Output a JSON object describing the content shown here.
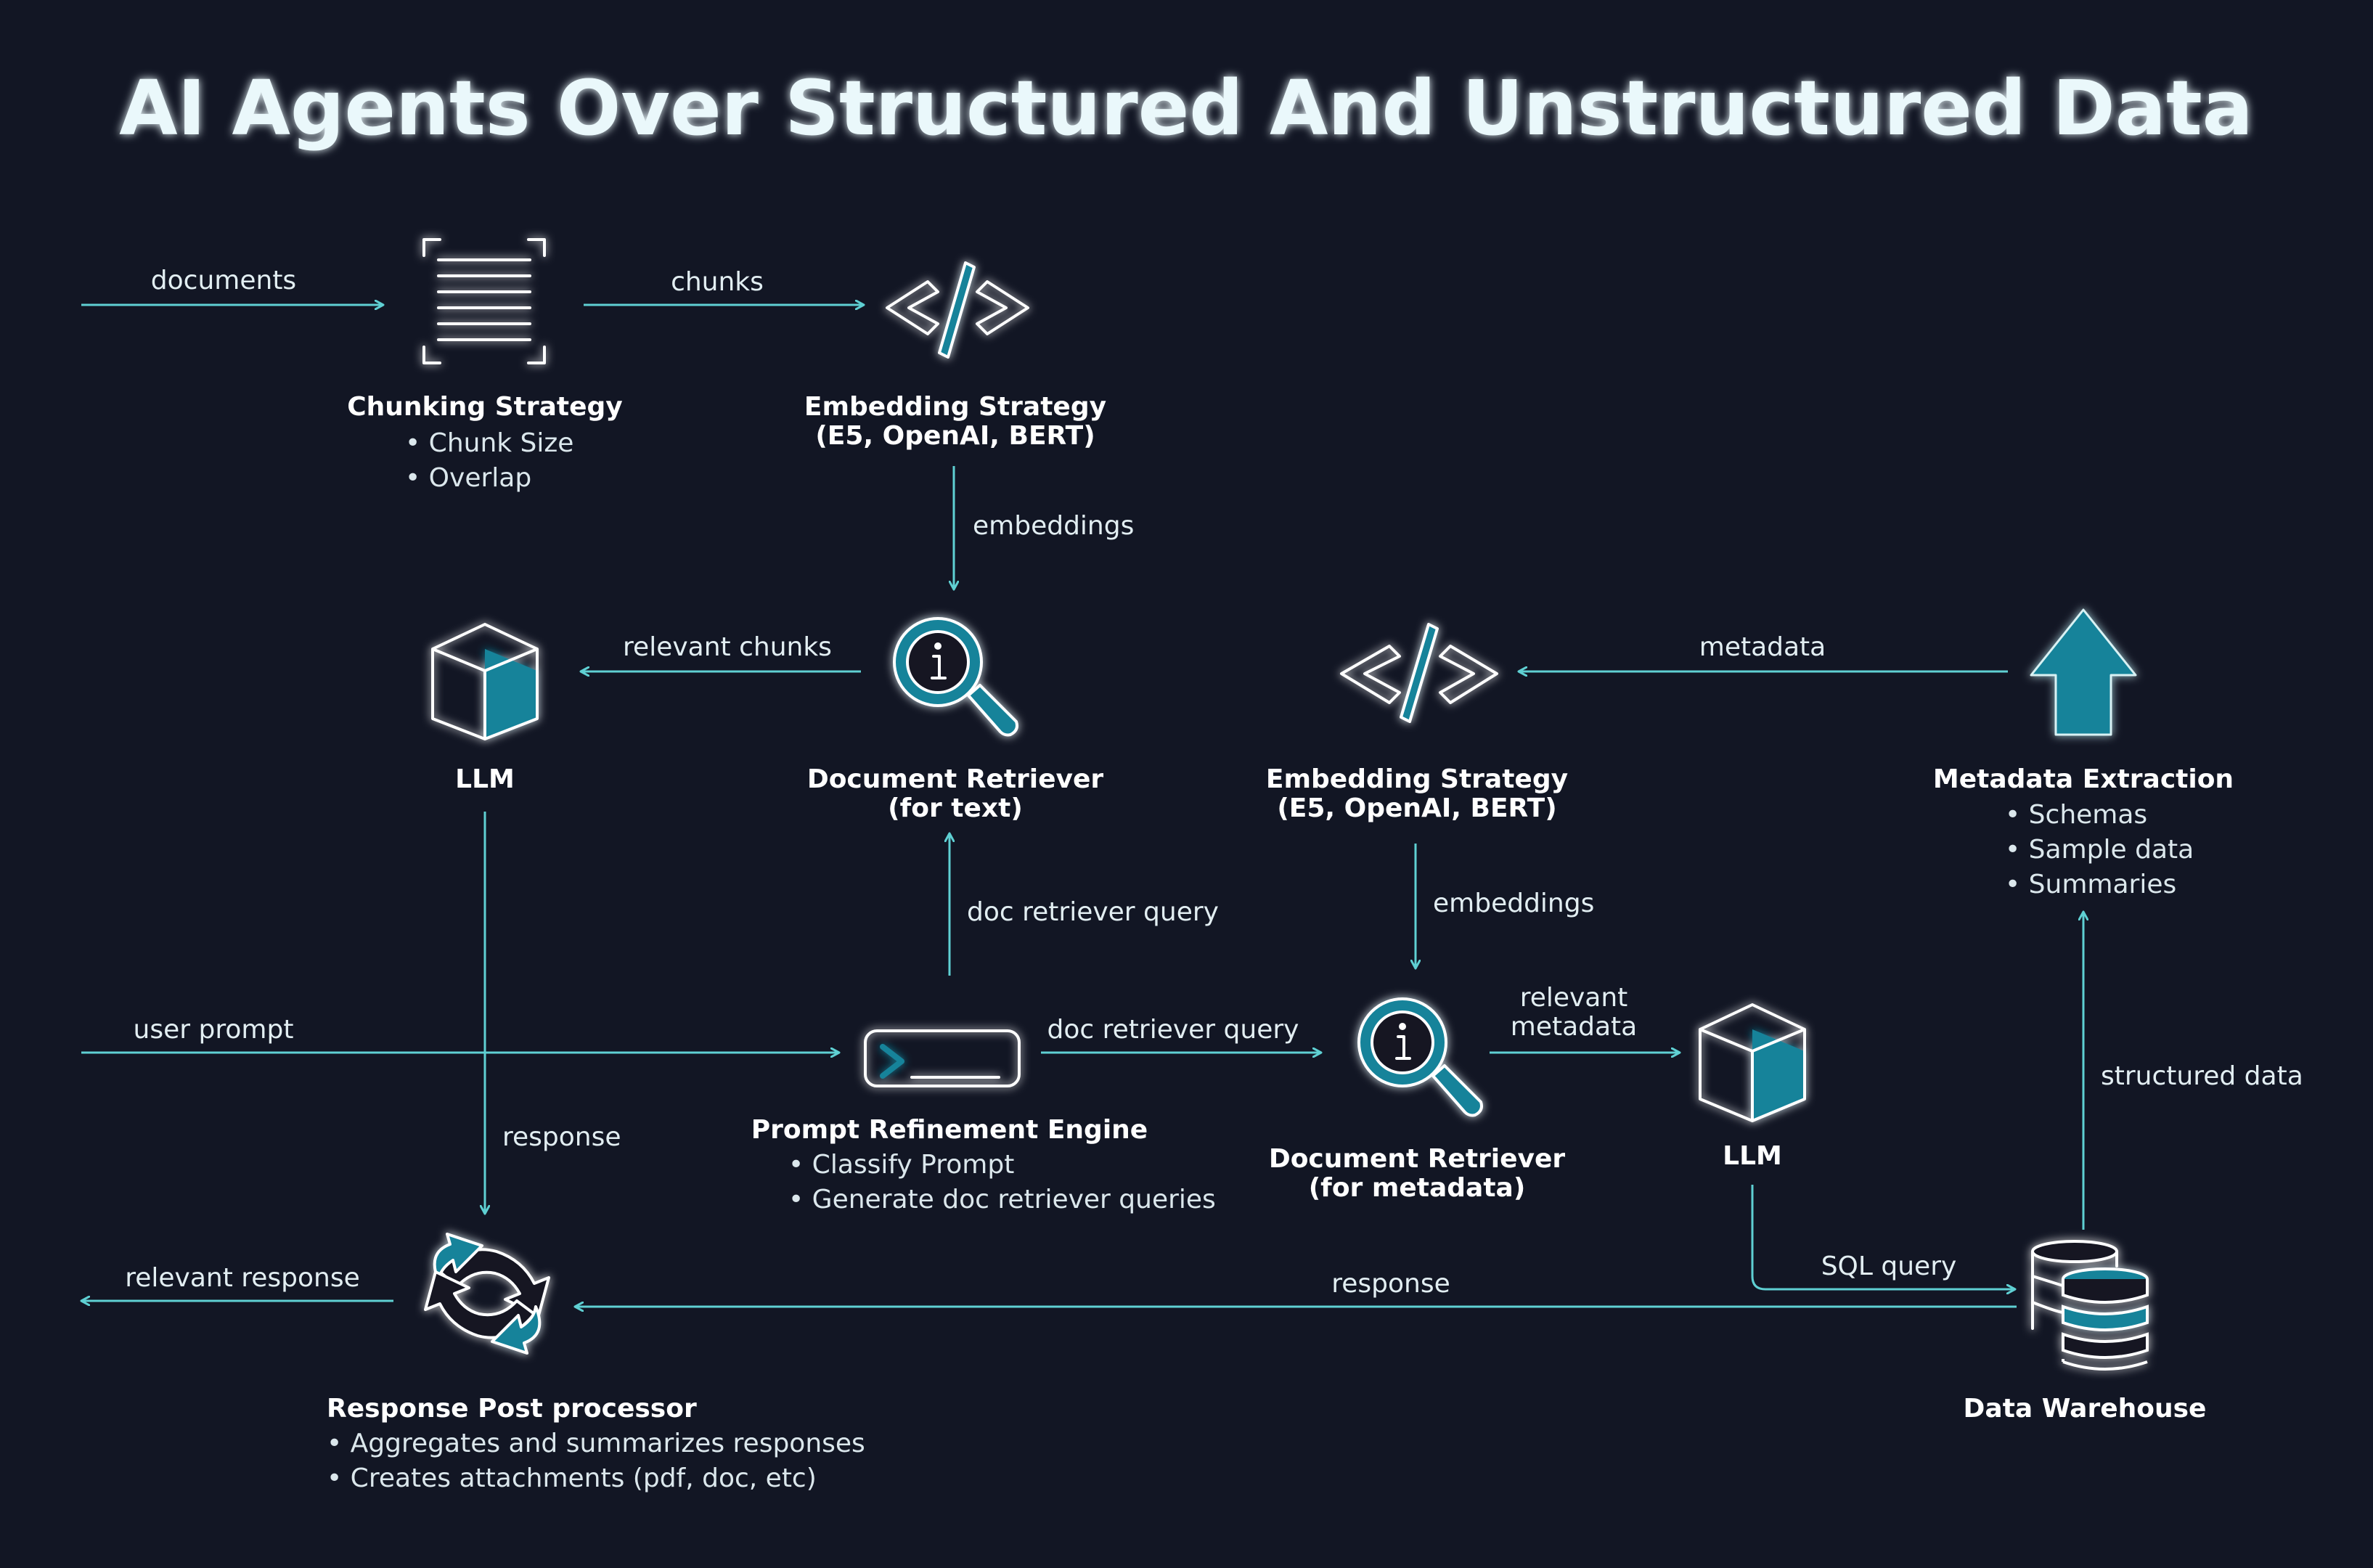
{
  "title": "AI Agents Over Structured And Unstructured Data",
  "colors": {
    "background": "#121624",
    "edge": "#5fd0d3",
    "accent": "#17839a",
    "text": "#ffffff"
  },
  "icons": {
    "chunking": "document-lines-icon",
    "embedding": "code-icon",
    "retriever": "magnifier-info-icon",
    "llm": "cube-icon",
    "metadata": "up-arrow-icon",
    "prompt": "terminal-icon",
    "postprocessor": "refresh-icon",
    "warehouse": "database-icon"
  },
  "nodes": {
    "chunking": {
      "title": "Chunking Strategy",
      "items": [
        "• Chunk Size",
        "• Overlap"
      ]
    },
    "embedding_top": {
      "title": "Embedding Strategy",
      "subtitle": "(E5, OpenAI, BERT)"
    },
    "retriever_text": {
      "title": "Document Retriever",
      "subtitle": "(for text)"
    },
    "llm_left": {
      "title": "LLM"
    },
    "embedding_mid": {
      "title": "Embedding Strategy",
      "subtitle": "(E5, OpenAI, BERT)"
    },
    "metadata_extraction": {
      "title": "Metadata Extraction",
      "items": [
        "• Schemas",
        "• Sample data",
        "• Summaries"
      ]
    },
    "prompt_engine": {
      "title": "Prompt Refinement Engine",
      "items": [
        "• Classify Prompt",
        "• Generate doc retriever queries"
      ]
    },
    "retriever_meta": {
      "title": "Document Retriever",
      "subtitle": "(for metadata)"
    },
    "llm_right": {
      "title": "LLM"
    },
    "post_processor": {
      "title": "Response Post processor",
      "items": [
        "• Aggregates and summarizes responses",
        "• Creates attachments (pdf, doc, etc)"
      ]
    },
    "warehouse": {
      "title": "Data Warehouse"
    }
  },
  "edges": {
    "documents": "documents",
    "chunks": "chunks",
    "embeddings_top": "embeddings",
    "relevant_chunks": "relevant chunks",
    "metadata": "metadata",
    "embeddings_mid": "embeddings",
    "doc_query_up": "doc retriever query",
    "user_prompt": "user prompt",
    "doc_query_right": "doc retriever query",
    "relevant_metadata_1": "relevant",
    "relevant_metadata_2": "metadata",
    "structured_data": "structured data",
    "response_left": "response",
    "relevant_response": "relevant response",
    "response_bottom": "response",
    "sql_query": "SQL query"
  }
}
